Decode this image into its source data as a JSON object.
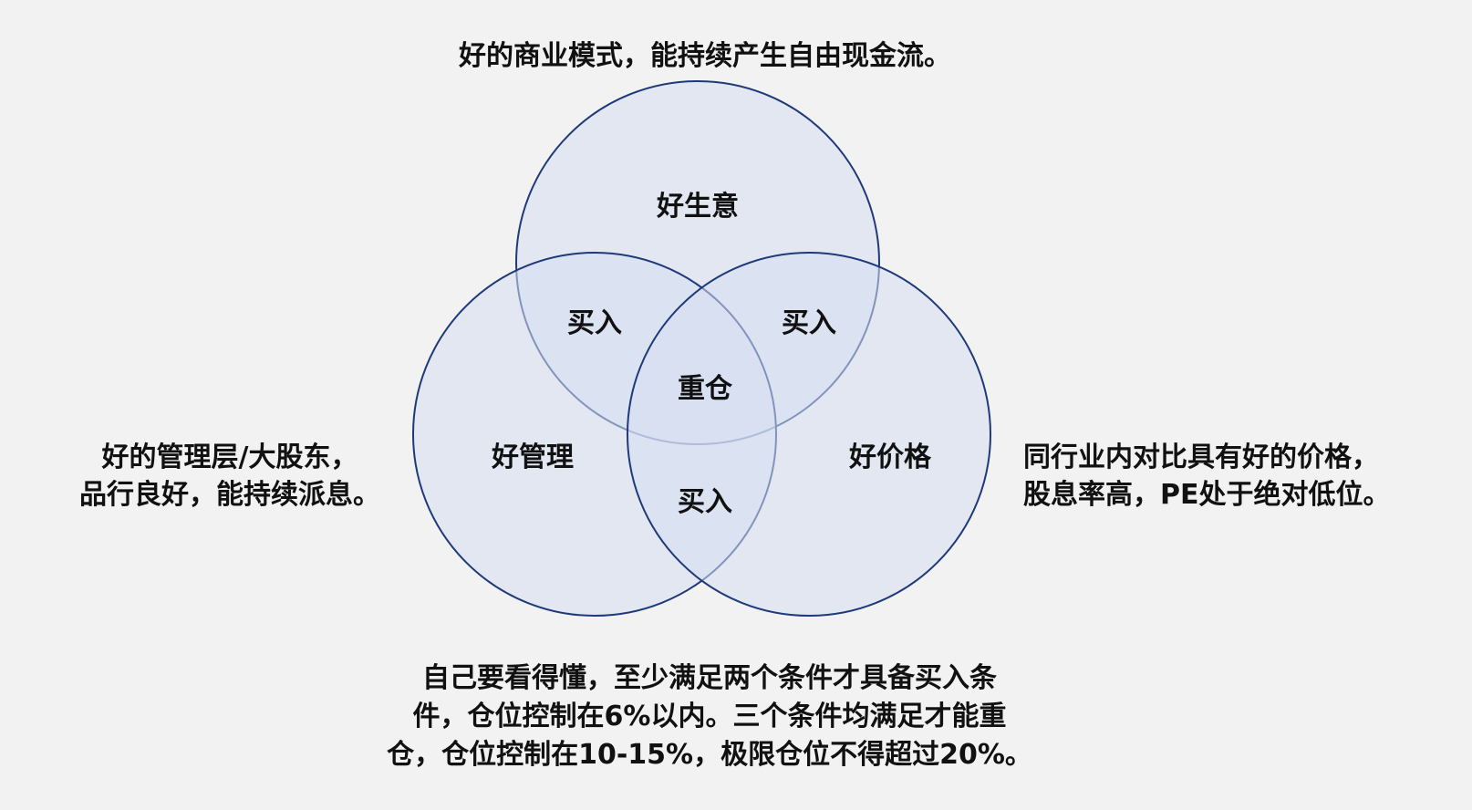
{
  "top_caption": "好的商业模式，能持续产生自由现金流。",
  "left_caption": [
    "好的管理层/大股东，",
    "品行良好，能持续派息。"
  ],
  "right_caption": [
    "同行业内对比具有好的价格，",
    "股息率高，PE处于绝对低位。"
  ],
  "bottom_caption": [
    "自己要看得懂，至少满足两个条件才具备买入条",
    "件，仓位控制在6%以内。三个条件均满足才能重",
    "仓，仓位控制在10-15%，极限仓位不得超过20%。"
  ],
  "venn": {
    "sets": [
      "好生意",
      "好管理",
      "好价格"
    ],
    "overlap_top_left": "买入",
    "overlap_top_right": "买入",
    "overlap_bottom": "买入",
    "center": "重仓"
  },
  "colors": {
    "background": "#f2f2f2",
    "stroke": "#1f3a7a",
    "fill": "#d6dff2"
  }
}
